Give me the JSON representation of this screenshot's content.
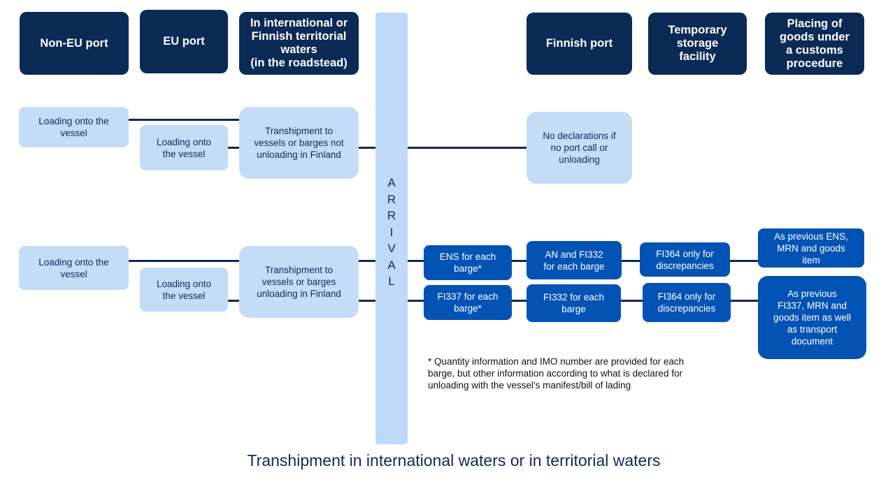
{
  "headers": {
    "non_eu_port": "Non-EU port",
    "eu_port": "EU port",
    "international_waters": "In international or\nFinnish territorial\nwaters\n(in the roadstead)",
    "finnish_port": "Finnish port",
    "temporary_storage": "Temporary\nstorage\nfacility",
    "customs_procedure": "Placing of\ngoods under\na customs\nprocedure"
  },
  "arrival_letters": [
    "A",
    "R",
    "R",
    "I",
    "V",
    "A",
    "L"
  ],
  "row1": {
    "non_eu_loading": "Loading onto the\nvessel",
    "eu_loading": "Loading onto\nthe vessel",
    "transhipment": "Transhipment to\nvessels or barges not\nunloading in Finland",
    "no_declarations": "No declarations if\nno port call or\nunloading"
  },
  "row2": {
    "non_eu_loading": "Loading onto the\nvessel",
    "eu_loading": "Loading onto\nthe vessel",
    "transhipment": "Transhipment to\nvessels or barges\nunloading in Finland",
    "ens_barge": "ENS  for each\nbarge*",
    "an_fi332": "AN  and FI332\nfor each barge",
    "fi364_a": "FI364 only for\ndiscrepancies",
    "previous_ens": "As previous ENS,\nMRN  and goods\nitem",
    "fi337_barge": "FI337 for each\nbarge*",
    "fi332_barge": "FI332 for each\nbarge",
    "fi364_b": "FI364 only for\ndiscrepancies",
    "previous_fi337": "As previous\nFI337, MRN  and\ngoods item as well\nas transport\ndocument"
  },
  "footnote": "* Quantity information and IMO  number are provided for each barge, but other information according to what is declared for unloading with the vessel’s manifest/bill of lading",
  "caption": "Transhipment in international waters or in territorial waters",
  "colors": {
    "header_navy": "#0b2a55",
    "light_box": "#c5dcf7",
    "blue_box": "#0353b5",
    "arrival_bar": "#bfd9f9"
  }
}
